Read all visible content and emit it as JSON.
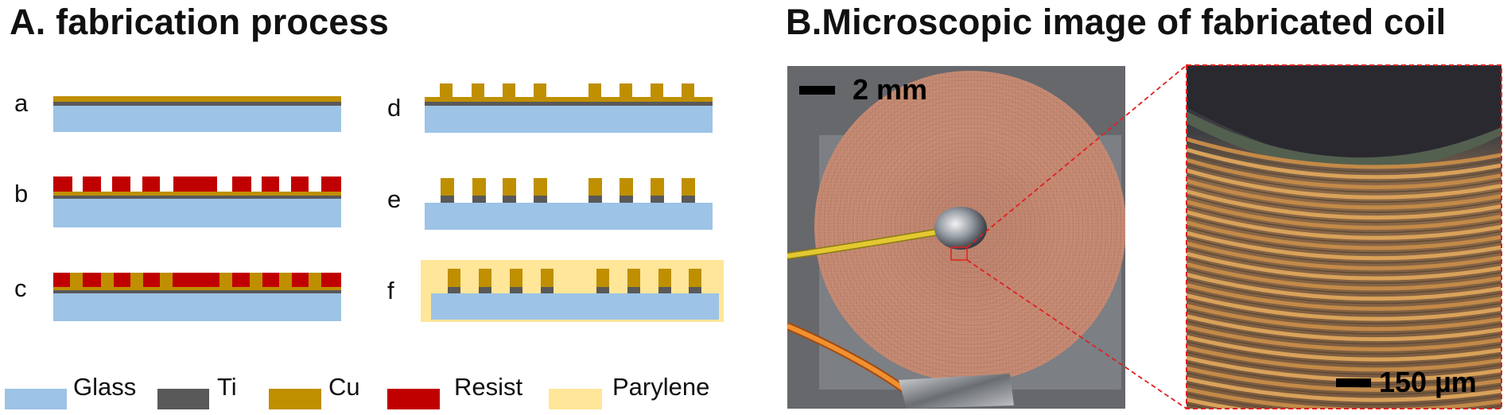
{
  "panel_a": {
    "title": "A. fabrication process",
    "steps": [
      "a",
      "b",
      "c",
      "d",
      "e",
      "f"
    ]
  },
  "panel_b": {
    "title": "B.Microscopic image of fabricated coil",
    "scale_left": "2 mm",
    "scale_right": "150 µm"
  },
  "legend": [
    {
      "label": "Glass",
      "color": "#9dc3e6"
    },
    {
      "label": "Ti",
      "color": "#595959"
    },
    {
      "label": "Cu",
      "color": "#bf8f00"
    },
    {
      "label": "Resist",
      "color": "#c00000"
    },
    {
      "label": "Parylene",
      "color": "#ffe699"
    }
  ],
  "colors": {
    "glass": "#9dc3e6",
    "ti": "#595959",
    "cu": "#bf8f00",
    "resist": "#c00000",
    "parylene": "#ffe699",
    "callout": "#e02020"
  }
}
